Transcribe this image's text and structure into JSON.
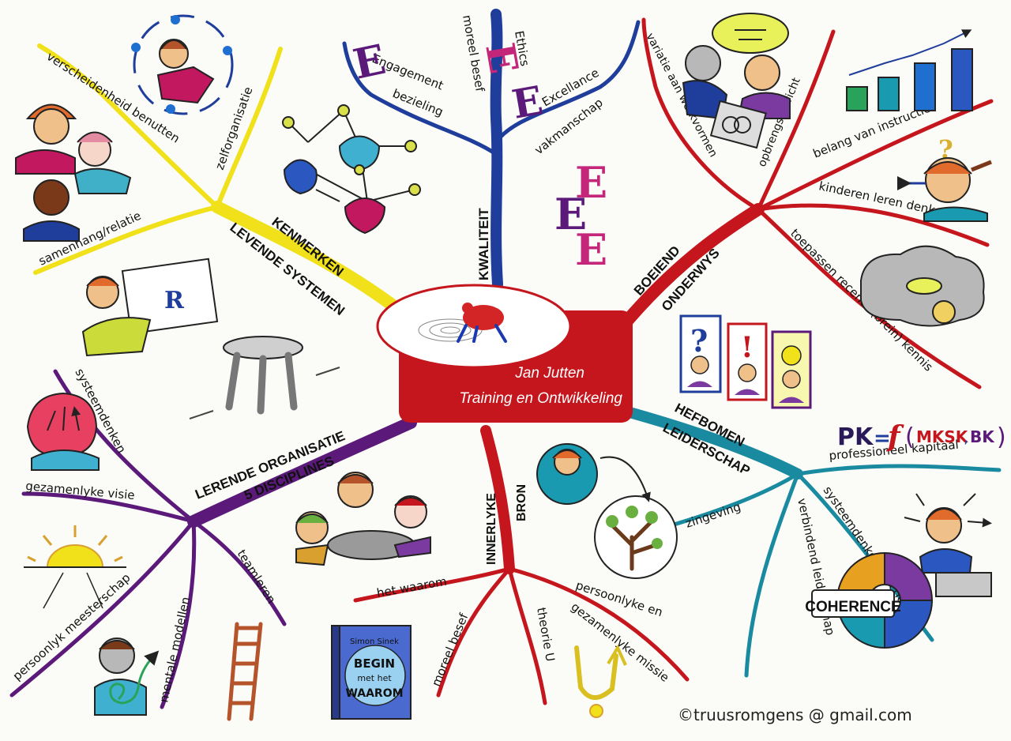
{
  "center": {
    "name": "Jan Jutten",
    "subtitle": "Training en Ontwikkeling",
    "frame_color": "#c4161c"
  },
  "branches": {
    "kwaliteit": {
      "title": "KWALITEIT",
      "color": "#1f3d9a",
      "items": [
        "Engagement",
        "bezieling",
        "Ethics",
        "moreel besef",
        "Excellance",
        "vakmanschap"
      ]
    },
    "levende_systemen": {
      "title_line1": "KENMERKEN",
      "title_line2": "LEVENDE SYSTEMEN",
      "color": "#f0e11a",
      "items": [
        "verscheidenheid benutten",
        "zelforganisatie",
        "samenhang/relatie"
      ]
    },
    "boeiend_onderwijs": {
      "title_line1": "BOEIEND",
      "title_line2": "ONDERWYS",
      "color": "#c4161c",
      "items": [
        "variatie aan werkvormen",
        "opbrengstgericht",
        "belang van instructie",
        "kinderen leren denken",
        "toepassen recente (brein) kennis"
      ]
    },
    "lerende_organisatie": {
      "title_line1": "LERENDE ORGANISATIE",
      "title_line2": "5 DISCIPLINES",
      "color": "#5b1a7a",
      "items": [
        "systeemdenken",
        "gezamenlyke visie",
        "persoonlyk meesterschap",
        "teamleren",
        "mentale modellen"
      ]
    },
    "innerlyke_bron": {
      "title_line1": "INNERLYKE",
      "title_line2": "BRON",
      "color": "#c4161c",
      "items": [
        "het waarom",
        "moreel besef",
        "theorie U",
        "persoonlyke en",
        "gezamenlyke missie"
      ]
    },
    "hefbomen": {
      "title_line1": "HEFBOMEN",
      "title_line2": "LEIDERSCHAP",
      "color": "#1a8aa0",
      "items": [
        "professioneel kapitaal",
        "zingeving",
        "verbindend leiderschap",
        "systeemdenker in actie"
      ]
    }
  },
  "formula": {
    "pk": "PK",
    "eq": "=",
    "f": "f",
    "open": "(",
    "mksk": "MKSK",
    "comma": ",",
    "bk": "BK",
    "close": ")"
  },
  "book": {
    "line1": "Simon Sinek",
    "line2": "BEGIN",
    "line3": "met het",
    "line4": "WAAROM"
  },
  "coherence_label": "COHERENCE",
  "letters": {
    "e": "E",
    "r": "R",
    "q": "?",
    "excl": "!"
  },
  "credit": "©truusromgens @ gmail.com",
  "icons": [
    "frog-icon",
    "stool-icon",
    "brain-icon",
    "bar-chart-icon",
    "sun-icon",
    "ladder-icon",
    "tree-icon",
    "speech-bubble-icon",
    "lightbulb-icon",
    "magnifier-icon",
    "spiral-icon",
    "u-arrow-icon"
  ]
}
